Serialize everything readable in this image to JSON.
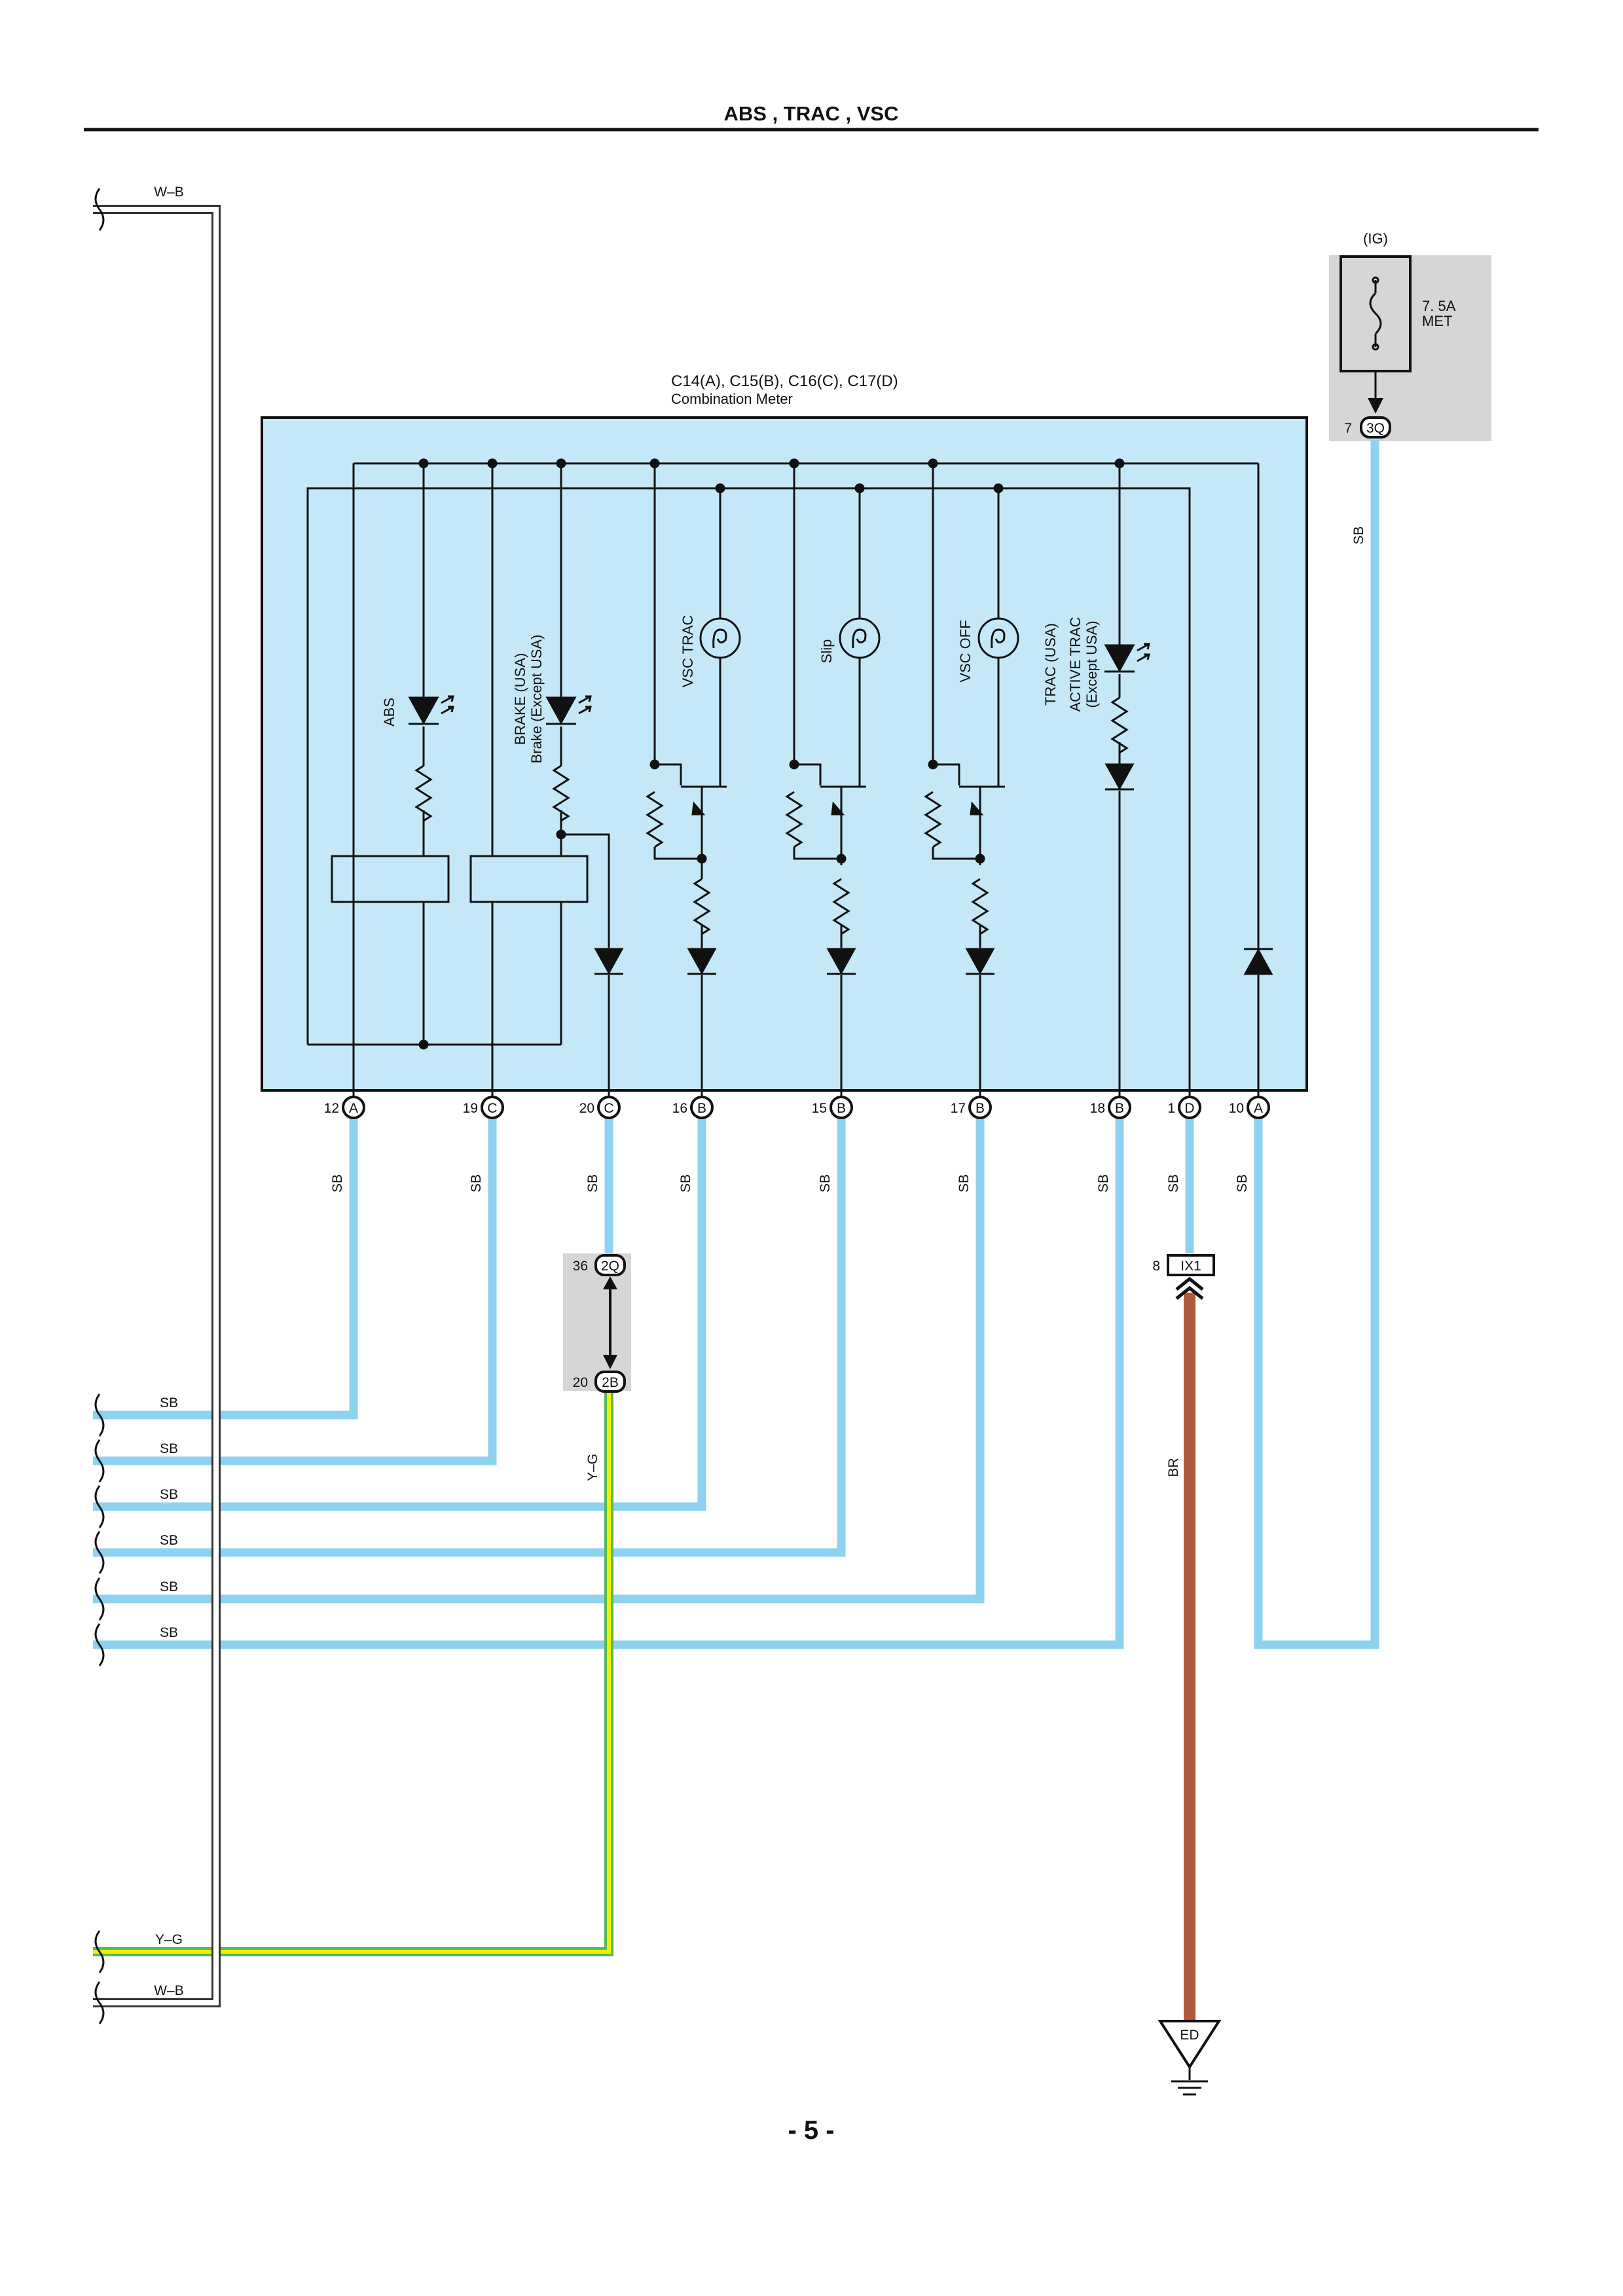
{
  "page": {
    "title": "ABS , TRAC , VSC",
    "page_number": "- 5 -"
  },
  "meter": {
    "codes": "C14(A), C15(B), C16(C), C17(D)",
    "name": "Combination Meter",
    "lamps": {
      "abs": "ABS",
      "brake_l1": "BRAKE (USA)",
      "brake_l2": "Brake (Except USA)",
      "vsc_trac": "VSC TRAC",
      "slip": "Slip",
      "vsc_off": "VSC OFF",
      "trac_l1": "TRAC (USA)",
      "trac_l2": "ACTIVE TRAC",
      "trac_l3": "(Except USA)"
    },
    "pins": [
      {
        "num": "12",
        "conn": "A"
      },
      {
        "num": "19",
        "conn": "C"
      },
      {
        "num": "20",
        "conn": "C"
      },
      {
        "num": "16",
        "conn": "B"
      },
      {
        "num": "15",
        "conn": "B"
      },
      {
        "num": "17",
        "conn": "B"
      },
      {
        "num": "18",
        "conn": "B"
      },
      {
        "num": "1",
        "conn": "D"
      },
      {
        "num": "10",
        "conn": "A"
      }
    ]
  },
  "fuse": {
    "source": "(IG)",
    "rating": "7. 5A",
    "name": "MET",
    "pin_num": "7",
    "pin_conn": "3Q"
  },
  "junction": {
    "top_num": "36",
    "top_conn": "2Q",
    "bottom_num": "20",
    "bottom_conn": "2B"
  },
  "ground_connector": {
    "pin_num": "8",
    "pin_conn": "IX1",
    "ground": "ED"
  },
  "wires": {
    "sb": "SB",
    "yg": "Y–G",
    "wb": "W–B",
    "br": "BR"
  },
  "colors": {
    "sb_wire": "#8dd3f0",
    "meter_fill": "#c4e8f8",
    "br_wire": "#b05a3a",
    "yg_yellow": "#f0f000",
    "yg_green": "#58b858",
    "shade": "#d5d6d8"
  }
}
